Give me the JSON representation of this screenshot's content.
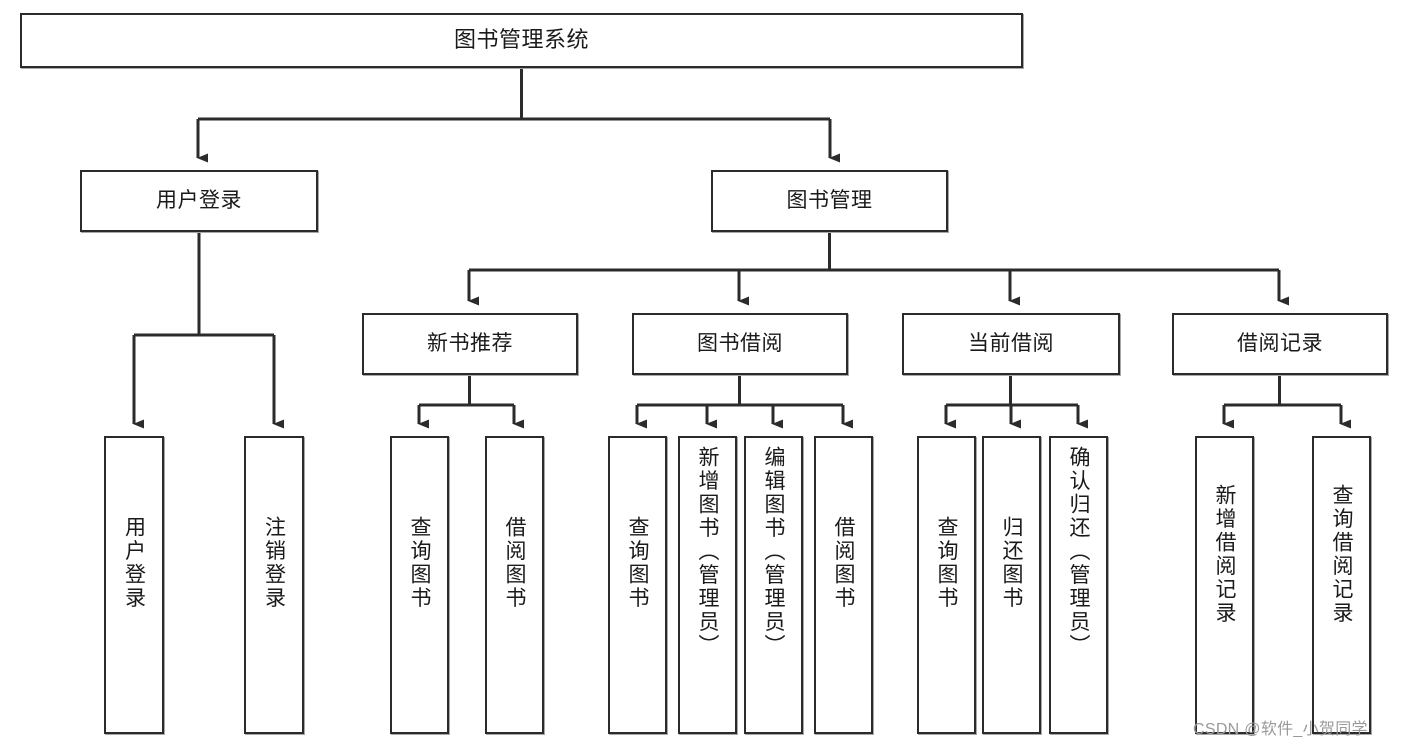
{
  "diagram": {
    "title": "图书管理系统",
    "type": "tree-hierarchy-chart",
    "watermark": "CSDN @软件_小贺同学",
    "colors": {
      "box_border": "#2b2b2b",
      "box_fill": "#ffffff",
      "edge": "#2b2b2b",
      "text": "#1a1a1a",
      "watermark": "#9a9a9a",
      "background": "#ffffff"
    },
    "nodes": {
      "root": {
        "label": "图书管理系统"
      },
      "level2": [
        {
          "id": "user-login",
          "label": "用户登录"
        },
        {
          "id": "book-management",
          "label": "图书管理"
        }
      ],
      "level3": [
        {
          "id": "new-book-recommend",
          "label": "新书推荐"
        },
        {
          "id": "book-borrow",
          "label": "图书借阅"
        },
        {
          "id": "current-borrow",
          "label": "当前借阅"
        },
        {
          "id": "borrow-record",
          "label": "借阅记录"
        }
      ],
      "leaves": {
        "user_login": [
          {
            "id": "leaf-user-login",
            "label": "用户登录"
          },
          {
            "id": "leaf-logout-login",
            "label": "注销登录"
          }
        ],
        "new_book_recommend": [
          {
            "id": "leaf-query-book-1",
            "label": "查询图书"
          },
          {
            "id": "leaf-borrow-book-1",
            "label": "借阅图书"
          }
        ],
        "book_borrow": [
          {
            "id": "leaf-query-book-2",
            "label": "查询图书"
          },
          {
            "id": "leaf-add-book-admin",
            "label": "新增图书（管理员）"
          },
          {
            "id": "leaf-edit-book-admin",
            "label": "编辑图书（管理员）"
          },
          {
            "id": "leaf-borrow-book-2",
            "label": "借阅图书"
          }
        ],
        "current_borrow": [
          {
            "id": "leaf-query-book-3",
            "label": "查询图书"
          },
          {
            "id": "leaf-return-book",
            "label": "归还图书"
          },
          {
            "id": "leaf-confirm-return-admin",
            "label": "确认归还（管理员）"
          }
        ],
        "borrow_record": [
          {
            "id": "leaf-add-borrow-record",
            "label": "新增借阅记录"
          },
          {
            "id": "leaf-query-borrow-record",
            "label": "查询借阅记录"
          }
        ]
      }
    }
  }
}
